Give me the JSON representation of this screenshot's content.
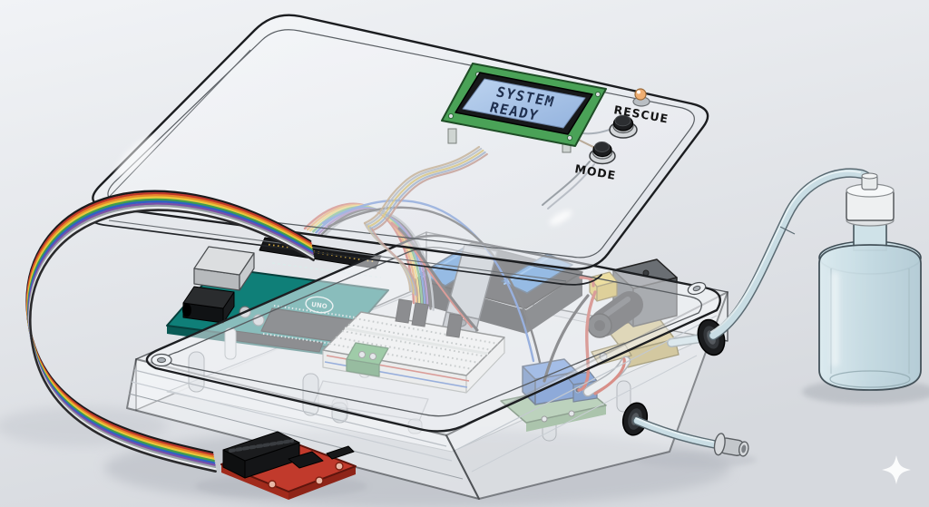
{
  "scene_type": "3d-cad-render-of-electronics-enclosure",
  "lid": {
    "lcd": {
      "line1": "SYSTEM",
      "line2": "READY"
    },
    "rescue_button_label": "RESCUE",
    "mode_button_label": "MODE"
  },
  "board": {
    "logo": "UNO"
  },
  "colors": {
    "background_top": "#f0f2f5",
    "background_bottom": "#d6d9de",
    "outline": "#1b1d20",
    "glass": "#f2f5f8",
    "lcd_screen": "#a7c3e8",
    "lcd_text": "#20304f",
    "lcd_pcb_green": "#4aa257",
    "led_amber": "#efae72",
    "arduino_teal": "#0f7f78",
    "battery_blue": "#2b7ad0",
    "relay_blue": "#3a6cc0",
    "module_pcb_green": "#8db58d",
    "valve_body_gray": "#55595e",
    "valve_brass": "#cdb872",
    "cable_gland_yellow": "#e8c83c",
    "breadboard_white": "#f4f4f1",
    "breakout_red": "#c13a2c",
    "tube_blue": "#c9dde4",
    "bottle_blue": "#cfe2e8",
    "bottle_cap": "#eef0f1"
  },
  "ribbon_colors": [
    "#1a1a1c",
    "#c0392b",
    "#e8872a",
    "#e8c83c",
    "#3f9d4e",
    "#2f62c4",
    "#7a4fa8",
    "#9aa0a6",
    "#e8eaec",
    "#2a2a2c"
  ],
  "jumper_colors": [
    "#c0392b",
    "#e8872a",
    "#e8c83c",
    "#3f9d4e",
    "#2f62c4",
    "#7a4fa8",
    "#2a2a2c",
    "#9aa0a6"
  ],
  "pastel_wire_colors": [
    "#c9b8a2",
    "#bcc2ca",
    "#d9c98e",
    "#aabacf",
    "#c9a8a0"
  ],
  "parts": [
    "enclosure-lid",
    "lcd-display",
    "status-led",
    "rescue-button",
    "mode-button",
    "enclosure-base",
    "arduino-uno-board",
    "breadboard",
    "battery-pack",
    "relay-module",
    "solenoid-valve",
    "ribbon-cable",
    "breakout-pcb",
    "cable-grommets",
    "supply-tube",
    "spray-nozzle",
    "wash-bottle"
  ],
  "watermark": "sparkle"
}
